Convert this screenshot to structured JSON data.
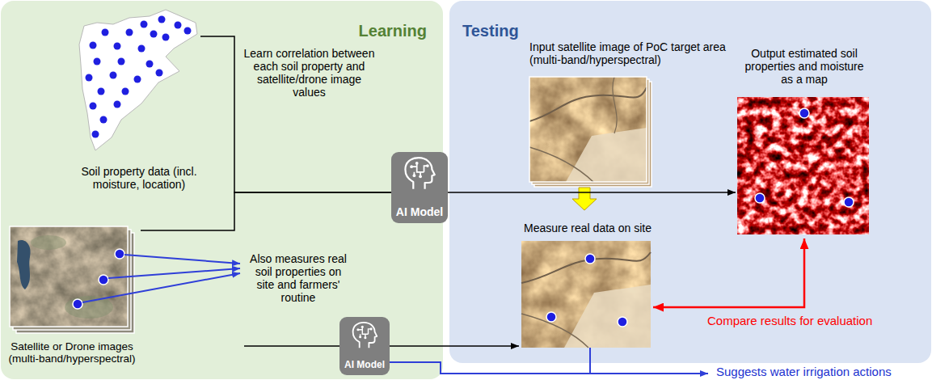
{
  "diagram": {
    "nodes": [
      {
        "text": [
          "Learning"
        ]
      },
      {
        "text": [
          "Testing"
        ]
      },
      {
        "text": [
          "Soil property data (incl. moisture, location)"
        ],
        "in": 0
      },
      {
        "text": [
          "Satellite or Drone images (multi-band/hyperspectral)"
        ],
        "in": 0
      },
      {
        "text": [
          "AI Model"
        ]
      },
      {
        "text": [
          "Input satellite image of PoC target area (multi-band/hyperspectral)"
        ],
        "in": 1
      },
      {
        "text": [
          "Output estimated soil properties and moisture as a map"
        ],
        "in": 1
      },
      {
        "text": [
          "Measure real data on site"
        ],
        "in": 1
      },
      {
        "text": [
          "AI Model"
        ],
        "in": 0
      }
    ],
    "edges": [
      {
        "from": 2,
        "to": 4,
        "arrow": "none"
      },
      {
        "from": 3,
        "to": 4,
        "arrow": "none"
      },
      {
        "from": 4,
        "to": 6,
        "arrow": "to"
      },
      {
        "from": 8,
        "to": 7,
        "arrow": "to"
      },
      {
        "from": 7,
        "to": 6,
        "label": "Compare results for evaluation",
        "arrow": "both"
      }
    ],
    "labels": [
      "Learn correlation between each soil property and satellite/drone image values",
      "Also measures real soil properties on site and farmers' routine",
      "Suggests water irrigation actions"
    ]
  }
}
